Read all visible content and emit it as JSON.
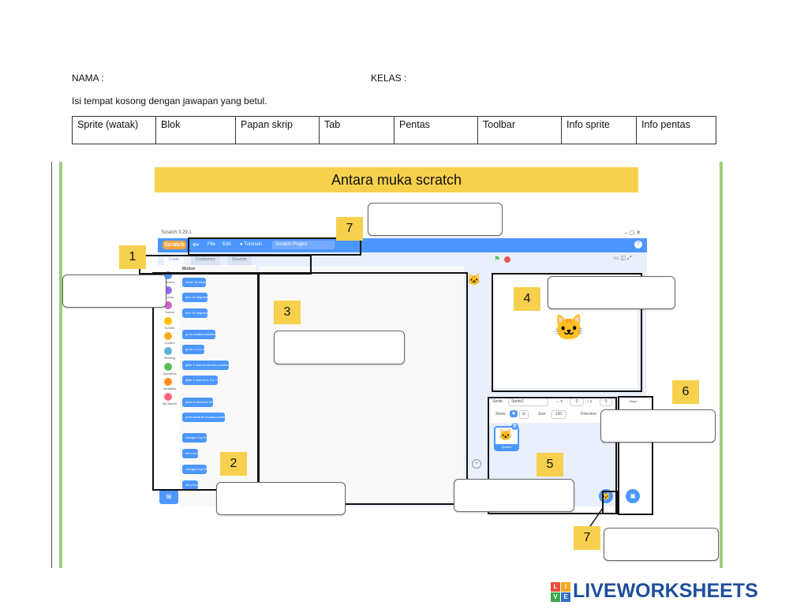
{
  "header": {
    "nama_label": "NAMA :",
    "kelas_label": "KELAS :",
    "instruction": "Isi tempat kosong dengan jawapan yang betul."
  },
  "word_bank": [
    "Sprite (watak)",
    "Blok",
    "Papan skrip",
    "Tab",
    "Pentas",
    "Toolbar",
    "Info sprite",
    "Info pentas"
  ],
  "banner": {
    "title": "Antara muka scratch"
  },
  "number_tags": {
    "n1": "1",
    "n2": "2",
    "n3": "3",
    "n4": "4",
    "n5": "5",
    "n6": "6",
    "n7_top": "7",
    "n7_bottom": "7"
  },
  "scratch": {
    "window_title": "Scratch 3.29.1",
    "menu": {
      "logo": "Scratch",
      "file": "File",
      "edit": "Edit",
      "tutorials": "Tutorials",
      "project_name": "Scratch Project"
    },
    "tabs": [
      "Code",
      "Costumes",
      "Sounds"
    ],
    "categories": [
      {
        "label": "Motion",
        "color": "#4c97ff"
      },
      {
        "label": "Looks",
        "color": "#9966ff"
      },
      {
        "label": "Sound",
        "color": "#cf63cf"
      },
      {
        "label": "Events",
        "color": "#ffbf00"
      },
      {
        "label": "Control",
        "color": "#ffab19"
      },
      {
        "label": "Sensing",
        "color": "#5cb1d6"
      },
      {
        "label": "Operators",
        "color": "#59c059"
      },
      {
        "label": "Variables",
        "color": "#ff8c1a"
      },
      {
        "label": "My Blocks",
        "color": "#ff6680"
      }
    ],
    "palette_title": "Motion",
    "blocks": [
      "move 10 steps",
      "turn 15 degrees",
      "turn 15 degrees",
      "go to random position",
      "go to x: 0 y: 0",
      "glide 1 secs to random position",
      "glide 1 secs to x: 0 y: 0",
      "point in direction 90",
      "point towards mouse-pointer",
      "change x by 10",
      "set x to 0",
      "change y by 10",
      "set y to 0"
    ],
    "sprite_info": {
      "sprite_label": "Sprite",
      "sprite_name": "Sprite1",
      "x": "0",
      "y": "0",
      "show_label": "Show",
      "size_label": "Size",
      "size_value": "100",
      "direction_label": "Direction"
    },
    "sprite_thumb_label": "Sprite1",
    "stage_label": "Stage"
  },
  "footer": {
    "brand": "LIVEWORKSHEETS",
    "logo_letters": [
      "L",
      "I",
      "V",
      "E"
    ]
  },
  "colors": {
    "banner": "#f7d04d",
    "tag": "#f7d04d",
    "scratch_blue": "#4c97ff",
    "margin_line": "#9ccf7a",
    "brand": "#1f4e9c"
  }
}
